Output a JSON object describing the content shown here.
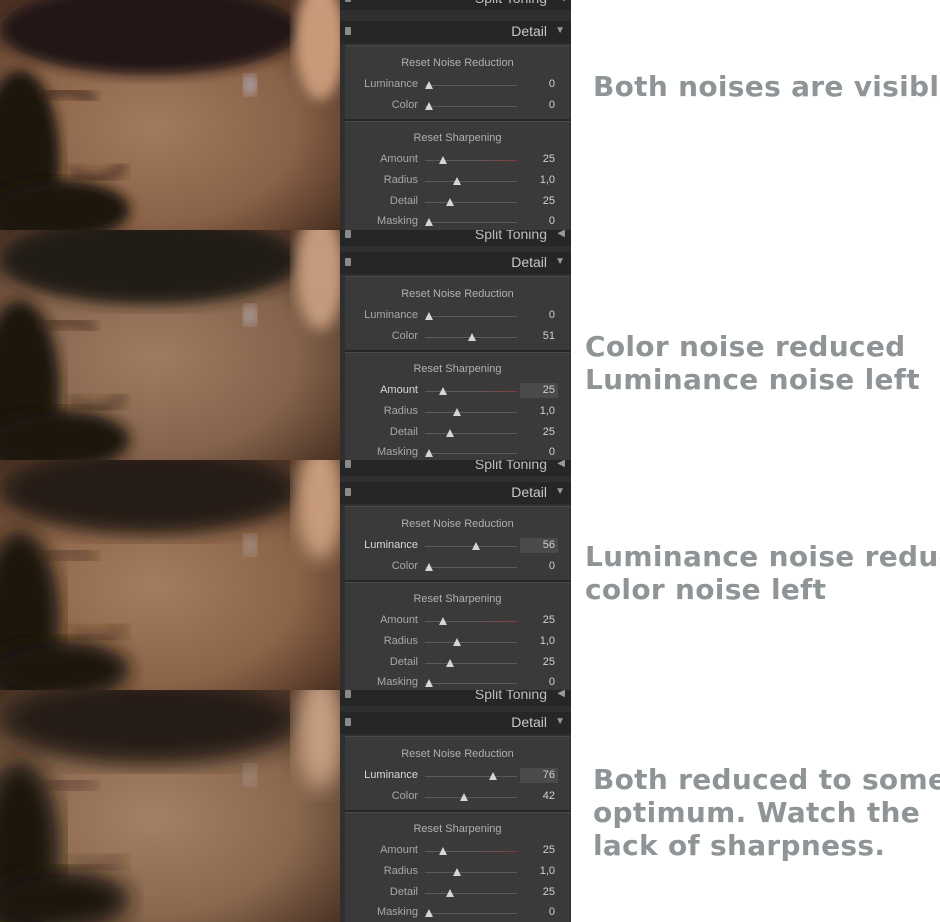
{
  "panel": {
    "split_toning_label": "Split Toning",
    "detail_label": "Detail",
    "reset_noise_label": "Reset Noise Reduction",
    "reset_sharpening_label": "Reset Sharpening"
  },
  "strips": [
    {
      "noise": {
        "luminance_label": "Luminance",
        "luminance": "0",
        "color_label": "Color",
        "color": "0"
      },
      "sharpening": {
        "amount_label": "Amount",
        "amount": "25",
        "radius_label": "Radius",
        "radius": "1,0",
        "detail_label": "Detail",
        "detail": "25",
        "masking_label": "Masking",
        "masking": "0"
      },
      "caption": [
        "Both noises are visible"
      ]
    },
    {
      "noise": {
        "luminance_label": "Luminance",
        "luminance": "0",
        "color_label": "Color",
        "color": "51"
      },
      "sharpening": {
        "amount_label": "Amount",
        "amount": "25",
        "radius_label": "Radius",
        "radius": "1,0",
        "detail_label": "Detail",
        "detail": "25",
        "masking_label": "Masking",
        "masking": "0"
      },
      "caption": [
        "Color noise reduced",
        "Luminance noise left"
      ]
    },
    {
      "noise": {
        "luminance_label": "Luminance",
        "luminance": "56",
        "color_label": "Color",
        "color": "0"
      },
      "sharpening": {
        "amount_label": "Amount",
        "amount": "25",
        "radius_label": "Radius",
        "radius": "1,0",
        "detail_label": "Detail",
        "detail": "25",
        "masking_label": "Masking",
        "masking": "0"
      },
      "caption": [
        "Luminance noise reduced",
        "color noise left"
      ]
    },
    {
      "noise": {
        "luminance_label": "Luminance",
        "luminance": "76",
        "color_label": "Color",
        "color": "42"
      },
      "sharpening": {
        "amount_label": "Amount",
        "amount": "25",
        "radius_label": "Radius",
        "radius": "1,0",
        "detail_label": "Detail",
        "detail": "25",
        "masking_label": "Masking",
        "masking": "0"
      },
      "caption": [
        "Both reduced to some",
        "optimum. Watch the",
        "lack of sharpness."
      ]
    }
  ],
  "slider_ranges": {
    "luminance": 100,
    "color": 100,
    "amount": 150,
    "radius": 3,
    "detail": 100,
    "masking": 100
  },
  "colors": {
    "panel_bg": "#2f2f2f",
    "header_bg": "#262626",
    "caption_text": "#8f9597",
    "skin_tone": "#8a6a50"
  },
  "icons": {
    "collapse": "triangle-left-icon",
    "expand": "triangle-down-icon",
    "panel_toggle": "panel-switch-icon"
  }
}
